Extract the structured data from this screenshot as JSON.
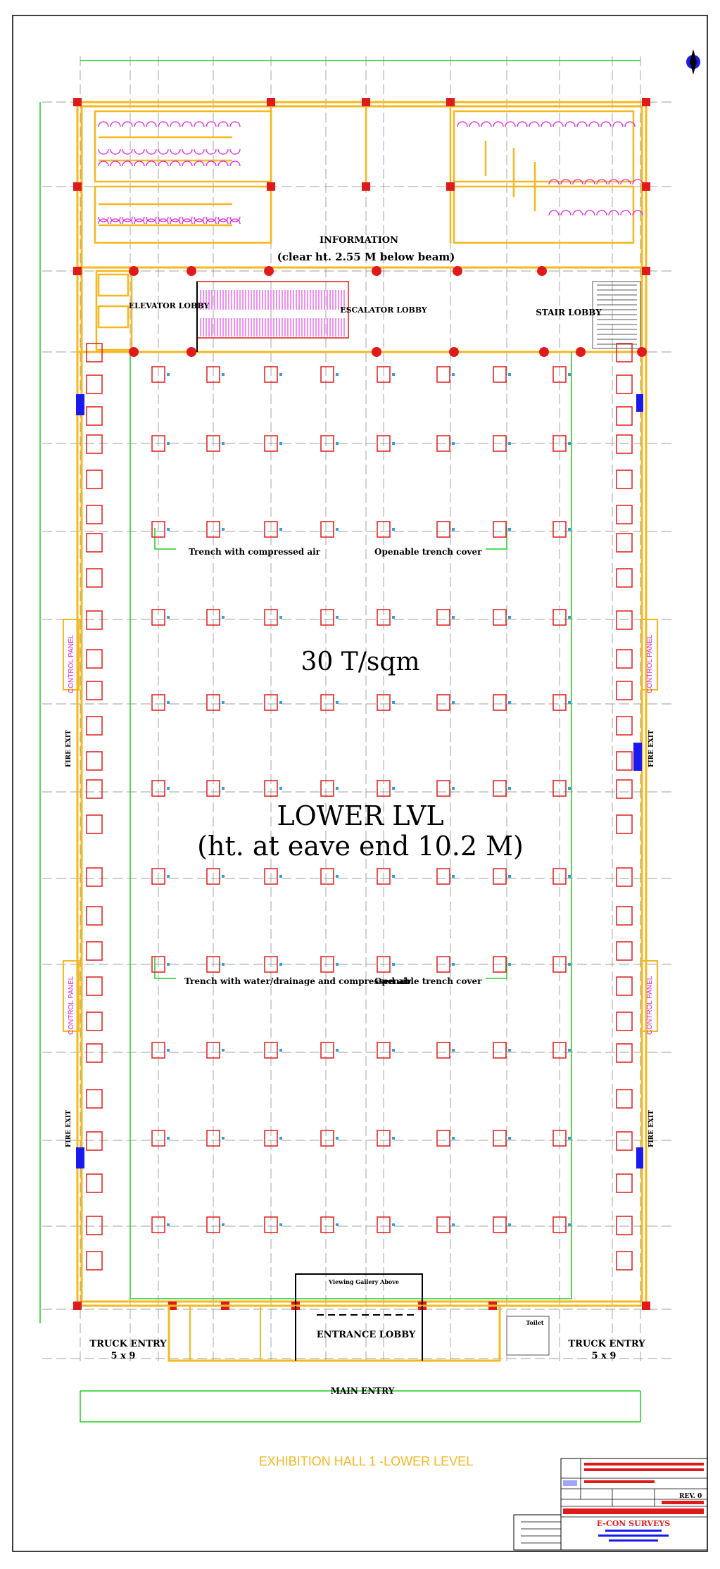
{
  "drawing": {
    "sheet_title": "EXHIBITION HALL 1  -LOWER LEVEL",
    "main_label": "LOWER  LVL",
    "main_sublabel": "(ht.  at  eave  end  10.2  M)",
    "load_label": "30  T/sqm"
  },
  "rooms": {
    "information": "INFORMATION",
    "information_note": "(clear ht. 2.55 M below beam)",
    "elevator_lobby": "ELEVATOR LOBBY",
    "escalator_lobby": "ESCALATOR LOBBY",
    "stair_lobby": "STAIR LOBBY",
    "entrance_lobby": "ENTRANCE LOBBY",
    "main_entry": "MAIN  ENTRY",
    "truck_entry": "TRUCK  ENTRY",
    "truck_size": "5 x 9",
    "viewing_gallery": "Viewing Gallery Above",
    "toilet": "Toilet",
    "control_panel": "CONTROL PANEL",
    "fire_exit": "FIRE EXIT"
  },
  "annotations": {
    "trench_air": "Trench with   compressed air",
    "trench_water": "Trench with water/drainage and compressed air",
    "trench_cover": "Openable trench cover"
  },
  "colors": {
    "wall": "#f5b81e",
    "column": "#e01a1a",
    "grid": "#808080",
    "trench": "#22cc22",
    "magenta": "#e020e0",
    "blue": "#1a1aee",
    "title": "#f5b81e"
  },
  "titleblock": {
    "firm": "E-CON SURVEYS",
    "rev": "REV. 0"
  }
}
